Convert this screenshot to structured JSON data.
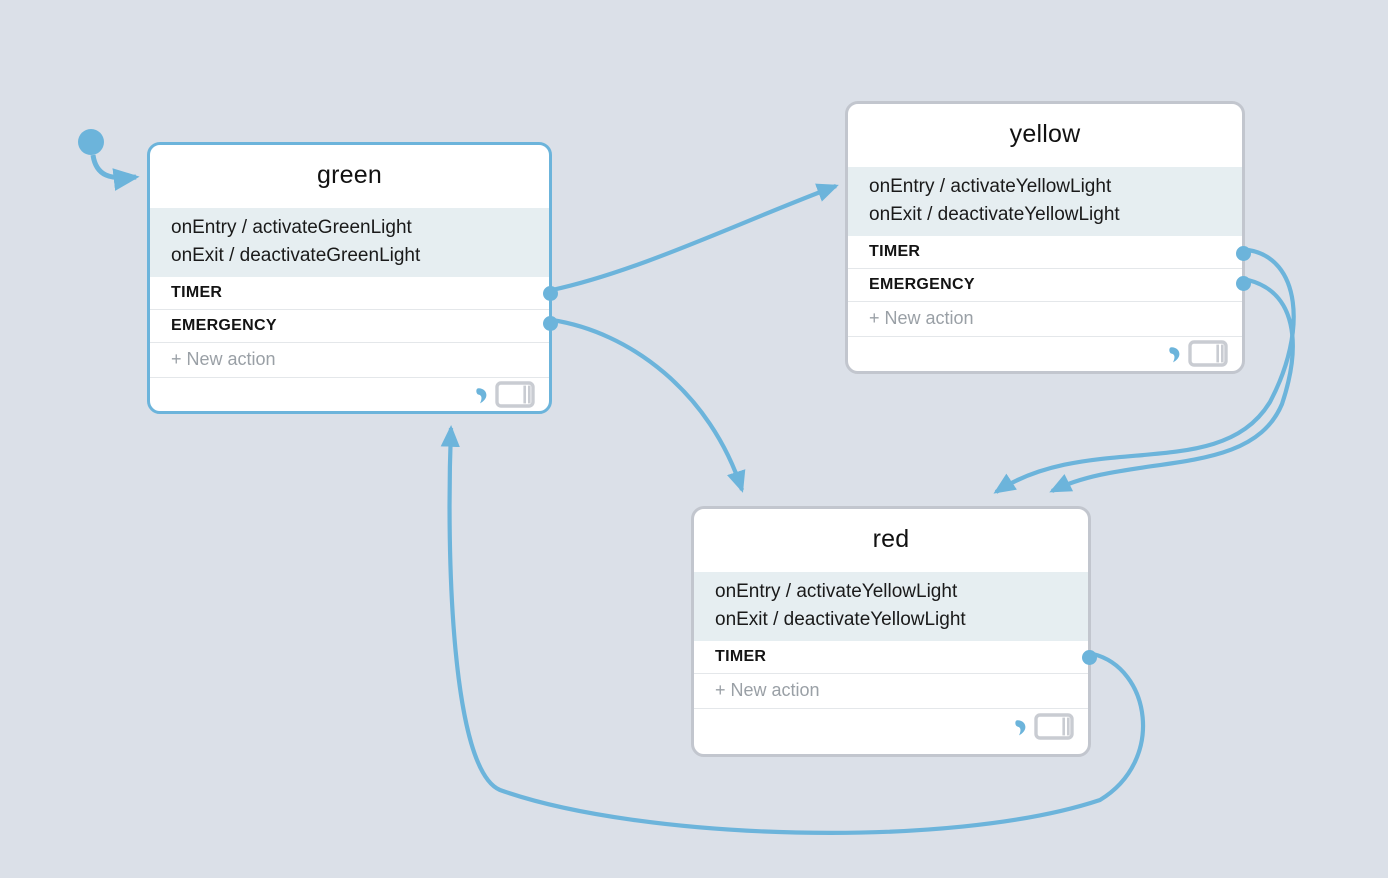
{
  "canvas": {
    "background_color": "#dbe0e8",
    "accent_color": "#6cb4db",
    "node_border_color": "#c2c6ce",
    "actions_background_color": "#e6eef1"
  },
  "initial_state_marker": {
    "name": "initial-state",
    "target": "green"
  },
  "nodes": [
    {
      "id": "green",
      "title": "green",
      "selected": true,
      "actions": [
        "onEntry / activateGreenLight",
        "onExit / deactivateGreenLight"
      ],
      "events": [
        "TIMER",
        "EMERGENCY"
      ],
      "new_action_label": "+ New action",
      "footer_icons": [
        "cursor-icon",
        "panel-icon"
      ]
    },
    {
      "id": "yellow",
      "title": "yellow",
      "selected": false,
      "actions": [
        "onEntry / activateYellowLight",
        "onExit / deactivateYellowLight"
      ],
      "events": [
        "TIMER",
        "EMERGENCY"
      ],
      "new_action_label": "+ New action",
      "footer_icons": [
        "cursor-icon",
        "panel-icon"
      ]
    },
    {
      "id": "red",
      "title": "red",
      "selected": false,
      "actions": [
        "onEntry / activateYellowLight",
        "onExit / deactivateYellowLight"
      ],
      "events": [
        "TIMER"
      ],
      "new_action_label": "+ New action",
      "footer_icons": [
        "cursor-icon",
        "panel-icon"
      ]
    }
  ],
  "transitions": [
    {
      "from": "green",
      "event": "TIMER",
      "to": "yellow"
    },
    {
      "from": "green",
      "event": "EMERGENCY",
      "to": "red"
    },
    {
      "from": "yellow",
      "event": "TIMER",
      "to": "red"
    },
    {
      "from": "yellow",
      "event": "EMERGENCY",
      "to": "red"
    },
    {
      "from": "red",
      "event": "TIMER",
      "to": "green"
    }
  ]
}
